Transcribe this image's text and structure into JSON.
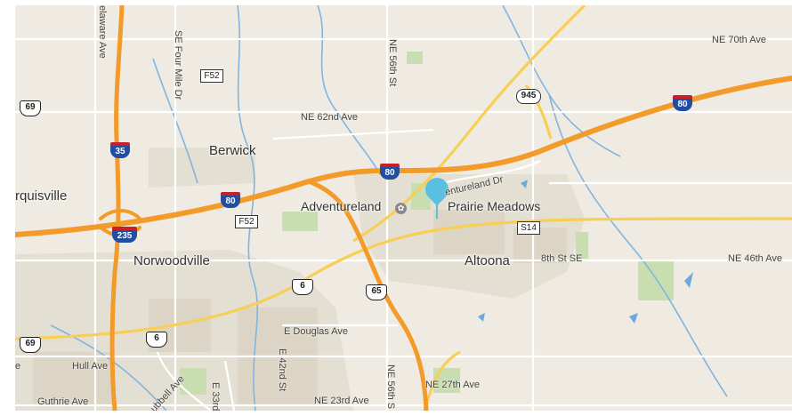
{
  "map": {
    "colors": {
      "land": "#efebe2",
      "water": "#5aa1d6",
      "interstate": "#f2a13a",
      "highway": "#f9d25c",
      "local_road": "#ffffff",
      "park": "#c8deb0",
      "urban": "#e3ddd0",
      "marker": "#5bbfe0"
    },
    "towns": [
      {
        "id": "berwick",
        "label": "Berwick"
      },
      {
        "id": "urquisville",
        "label": "rquisville"
      },
      {
        "id": "norwoodville",
        "label": "Norwoodville"
      },
      {
        "id": "altoona",
        "label": "Altoona"
      }
    ],
    "pois": [
      {
        "id": "adventureland",
        "label": "Adventureland",
        "icon": "amusement-park-icon"
      },
      {
        "id": "prairie-meadows",
        "label": "Prairie Meadows",
        "icon": "map-pin-icon"
      }
    ],
    "streets": {
      "ne_70th": "NE 70th Ave",
      "ne_62nd": "NE 62nd Ave",
      "adventureland_dr": "entureland Dr",
      "eighth_st_se": "8th St SE",
      "ne_46th": "NE 46th Ave",
      "e_douglas": "E Douglas Ave",
      "hull": "Hull Ave",
      "guthrie": "Guthrie Ave",
      "ne_27th": "NE 27th Ave",
      "ne_23rd": "NE 23rd Ave",
      "delaware": "elaware Ave",
      "se_four_mile": "SE Four Mile Dr",
      "ne_56th_top": "NE 56th St",
      "ne_56th_bottom": "NE 56th S",
      "e_42nd": "E 42nd St",
      "e_33rd": "E 33rd",
      "hubbell": "ubbell Ave",
      "hull_prefix": "e"
    },
    "shields": {
      "i80_left": "80",
      "i80_center": "80",
      "i80_right": "80",
      "i35": "35",
      "i235": "235",
      "us65": "65",
      "us6_center": "6",
      "us6_lower": "6",
      "us69_top": "69",
      "us69_bottom": "69",
      "ia945": "945",
      "s14": "S14",
      "f52_top": "F52",
      "f52_center": "F52"
    }
  }
}
